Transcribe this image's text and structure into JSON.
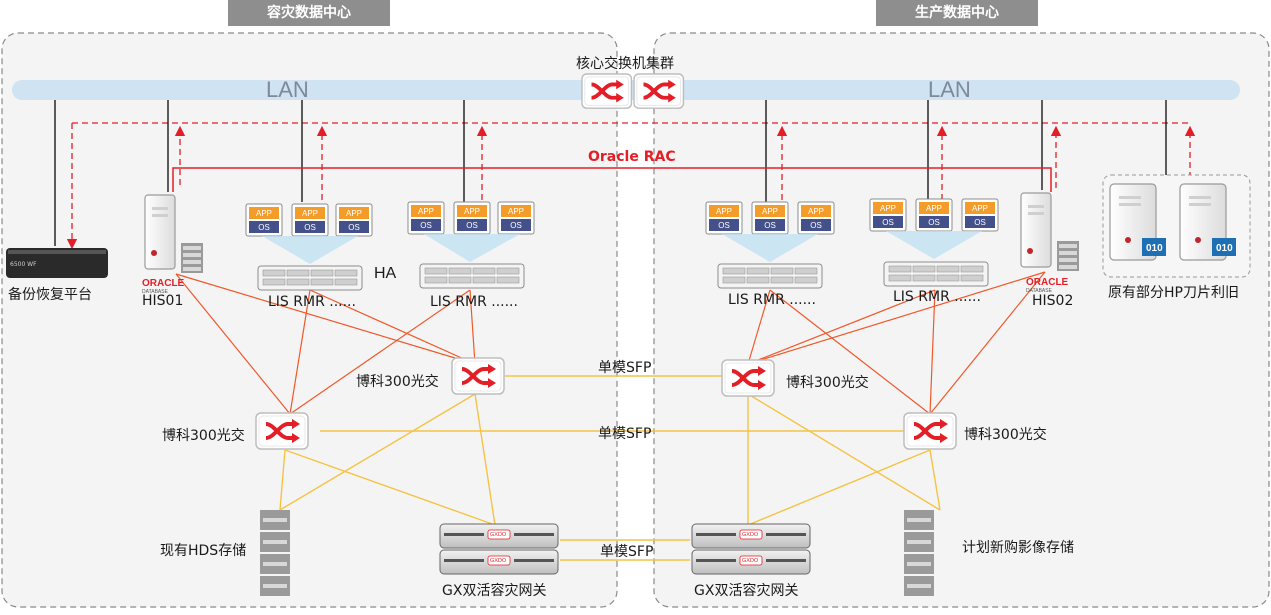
{
  "sites": {
    "left_title": "容灾数据中心",
    "right_title": "生产数据中心"
  },
  "core": {
    "label": "核心交换机集群"
  },
  "lan": {
    "left": "LAN",
    "right": "LAN"
  },
  "oracle_rac": "Oracle RAC",
  "ha": "HA",
  "servers": {
    "his01": "HIS01",
    "his02": "HIS02",
    "oracle_logo": "ORACLE",
    "oracle_sub": "DATABASE"
  },
  "backup": {
    "label": "备份恢复平台",
    "device_text": "6500 WF"
  },
  "hp_blades": {
    "label": "原有部分HP刀片利旧",
    "badge": "010"
  },
  "vm": {
    "app": "APP",
    "os": "OS"
  },
  "apps": {
    "lis_rmr_1": "LIS RMR ......",
    "lis_rmr_2": "LIS RMR ......",
    "lis_rmr_3": "LIS RMR ......",
    "lis_rmr_4": "LIS RMR ......"
  },
  "switches": {
    "upper_left": "博科300光交",
    "lower_left": "博科300光交",
    "upper_right": "博科300光交",
    "lower_right": "博科300光交"
  },
  "links": {
    "sfp_upper": "单模SFP",
    "sfp_lower": "单模SFP",
    "sfp_gateway": "单模SFP"
  },
  "storage": {
    "hds": "现有HDS存储",
    "new_image": "计划新购影像存储",
    "gx_left": "GX双活容灾网关",
    "gx_right": "GX双活容灾网关",
    "gx_badge": "GXDO"
  },
  "colors": {
    "red": "#e41e26",
    "orange_line": "#f0582a",
    "yellow_line": "#f5c344",
    "lan_bar": "#cfe3f3",
    "site_border": "#8a8a8a",
    "header_bg": "#8e8e8e",
    "vm_app": "#f39c2a",
    "vm_os": "#44508a",
    "hp_badge": "#1f6fb5"
  }
}
